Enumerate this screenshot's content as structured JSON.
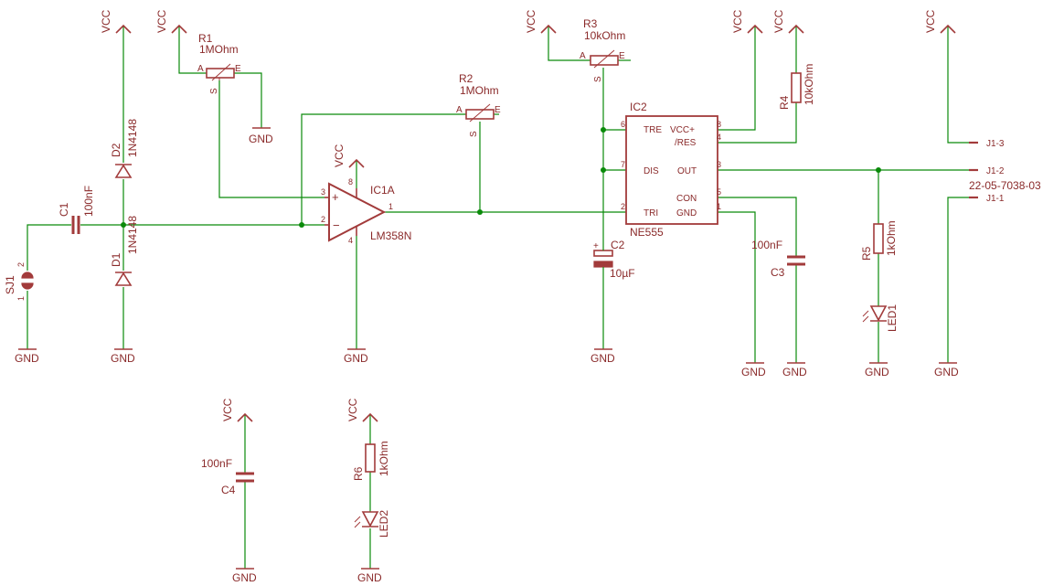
{
  "supply_labels": {
    "vcc": "VCC",
    "gnd": "GND"
  },
  "components": {
    "sj1": {
      "ref": "SJ1",
      "pin1": "1",
      "pin2": "2"
    },
    "c1": {
      "ref": "C1",
      "value": "100nF"
    },
    "d1": {
      "ref": "D1",
      "value": "1N4148"
    },
    "d2": {
      "ref": "D2",
      "value": "1N4148"
    },
    "r1": {
      "ref": "R1",
      "value": "1MOhm",
      "pin_a": "A",
      "pin_e": "E",
      "pin_s": "S"
    },
    "r2": {
      "ref": "R2",
      "value": "1MOhm",
      "pin_a": "A",
      "pin_e": "E",
      "pin_s": "S"
    },
    "r3": {
      "ref": "R3",
      "value": "10kOhm",
      "pin_a": "A",
      "pin_e": "E",
      "pin_s": "S"
    },
    "r4": {
      "ref": "R4",
      "value": "10kOhm"
    },
    "r5": {
      "ref": "R5",
      "value": "1kOhm"
    },
    "r6": {
      "ref": "R6",
      "value": "1kOhm"
    },
    "ic1a": {
      "ref": "IC1A",
      "part": "LM358N",
      "pin_plus": "3",
      "pin_minus": "2",
      "pin_out": "1",
      "pin_vcc": "8",
      "pin_gnd": "4"
    },
    "ic2": {
      "ref": "IC2",
      "part": "NE555",
      "pin_tre": "TRE",
      "pin_dis": "DIS",
      "pin_tri": "TRI",
      "pin_vcc": "VCC+",
      "pin_res": "/RES",
      "pin_out": "OUT",
      "pin_con": "CON",
      "pin_gnd": "GND",
      "n_tre": "6",
      "n_dis": "7",
      "n_tri": "2",
      "n_vcc": "8",
      "n_res": "4",
      "n_out": "3",
      "n_con": "5",
      "n_gnd": "1"
    },
    "c2": {
      "ref": "C2",
      "value": "10µF",
      "polarity": "+"
    },
    "c3": {
      "ref": "C3",
      "value": "100nF"
    },
    "c4": {
      "ref": "C4",
      "value": "100nF"
    },
    "led1": {
      "ref": "LED1"
    },
    "led2": {
      "ref": "LED2"
    },
    "j1": {
      "part": "22-05-7038-03",
      "pin1": "J1-1",
      "pin2": "J1-2",
      "pin3": "J1-3"
    }
  }
}
